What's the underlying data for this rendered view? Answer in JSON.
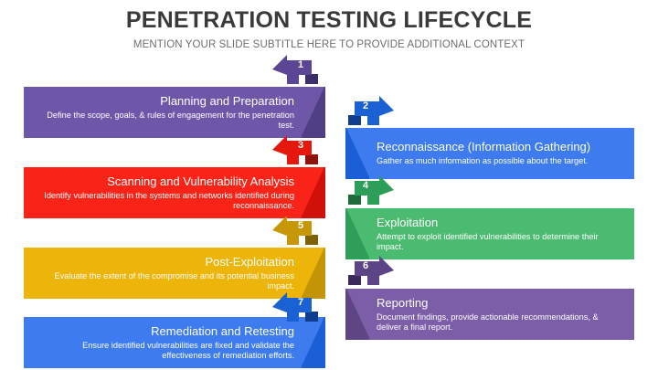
{
  "header": {
    "title": "PENETRATION TESTING LIFECYCLE",
    "subtitle": "MENTION YOUR SLIDE SUBTITLE HERE TO PROVIDE ADDITIONAL CONTEXT"
  },
  "diagram": {
    "type": "process-lifecycle",
    "stage_count": 7,
    "stages": [
      {
        "number": "1",
        "title": "Planning and Preparation",
        "description": "Define the scope, goals, & rules of engagement for the penetration test.",
        "color": "#6E57A8",
        "shade_color": "#513F86",
        "badge_color": "#5B4695",
        "badge_fold_color": "#3C2D6B",
        "column": "left",
        "arrow_direction": "left"
      },
      {
        "number": "2",
        "title": "Reconnaissance (Information Gathering)",
        "description": "Gather as much information as possible about the target.",
        "color": "#3D7BEE",
        "shade_color": "#1B5FD6",
        "badge_color": "#1A62D4",
        "badge_fold_color": "#103C8C",
        "column": "right",
        "arrow_direction": "right"
      },
      {
        "number": "3",
        "title": "Scanning and Vulnerability Analysis",
        "description": "Identify vulnerabilities in the systems and networks identified during reconnaissance.",
        "color": "#FA2317",
        "shade_color": "#CF1109",
        "badge_color": "#E5180E",
        "badge_fold_color": "#8F120C",
        "column": "left",
        "arrow_direction": "left"
      },
      {
        "number": "4",
        "title": "Exploitation",
        "description": "Attempt to exploit identified vulnerabilities to determine their impact.",
        "color": "#4CBB72",
        "shade_color": "#2E9E58",
        "badge_color": "#2D9E57",
        "badge_fold_color": "#1C6B3A",
        "column": "right",
        "arrow_direction": "right"
      },
      {
        "number": "5",
        "title": "Post-Exploitation",
        "description": "Evaluate the extent of the compromise and its potential business impact.",
        "color": "#EDB409",
        "shade_color": "#C39406",
        "badge_color": "#C69706",
        "badge_fold_color": "#7E6104",
        "column": "left",
        "arrow_direction": "left"
      },
      {
        "number": "6",
        "title": "Reporting",
        "description": "Document findings, provide actionable recommendations, & deliver a final report.",
        "color": "#7B5EA7",
        "shade_color": "#5E4584",
        "badge_color": "#5C4486",
        "badge_fold_color": "#3B2A5C",
        "column": "right",
        "arrow_direction": "right"
      },
      {
        "number": "7",
        "title": "Remediation and Retesting",
        "description": "Ensure identified vulnerabilities are fixed and validate the effectiveness of remediation efforts.",
        "color": "#3D7BEE",
        "shade_color": "#1B5FD6",
        "badge_color": "#1A62D4",
        "badge_fold_color": "#0F3D8E",
        "column": "left",
        "arrow_direction": "left"
      }
    ]
  }
}
